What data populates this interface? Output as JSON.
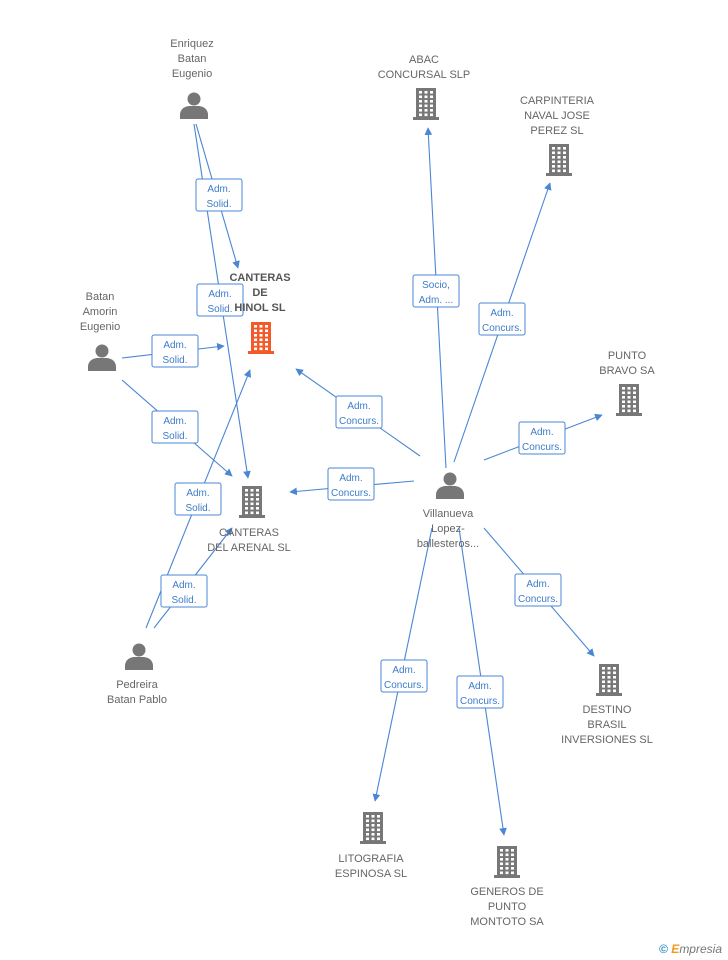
{
  "colors": {
    "edge": "#4a86d4",
    "node": "#777777",
    "main_node": "#f25a2a"
  },
  "nodes": [
    {
      "id": "enriquez",
      "kind": "person",
      "lines": [
        "Enriquez",
        "Batan",
        "Eugenio"
      ]
    },
    {
      "id": "abac",
      "kind": "company",
      "lines": [
        "ABAC",
        "CONCURSAL SLP"
      ]
    },
    {
      "id": "carpinteria",
      "kind": "company",
      "lines": [
        "CARPINTERIA",
        "NAVAL JOSE",
        "PEREZ SL"
      ]
    },
    {
      "id": "canteras_main",
      "kind": "company",
      "main": true,
      "lines": [
        "CANTERAS",
        "DE",
        "HINOL SL"
      ]
    },
    {
      "id": "batan_amorin",
      "kind": "person",
      "lines": [
        "Batan",
        "Amorin",
        "Eugenio"
      ]
    },
    {
      "id": "punto_bravo",
      "kind": "company",
      "lines": [
        "PUNTO",
        "BRAVO SA"
      ]
    },
    {
      "id": "canteras_arenal",
      "kind": "company",
      "lines": [
        "CANTERAS",
        "DEL ARENAL SL"
      ]
    },
    {
      "id": "villanueva",
      "kind": "person",
      "lines": [
        "Villanueva",
        "Lopez-",
        "ballesteros..."
      ]
    },
    {
      "id": "pedreira",
      "kind": "person",
      "lines": [
        "Pedreira",
        "Batan Pablo"
      ]
    },
    {
      "id": "destino",
      "kind": "company",
      "lines": [
        "DESTINO",
        "BRASIL",
        "INVERSIONES SL"
      ]
    },
    {
      "id": "litografia",
      "kind": "company",
      "lines": [
        "LITOGRAFIA",
        "ESPINOSA SL"
      ]
    },
    {
      "id": "generos",
      "kind": "company",
      "lines": [
        "GENEROS DE",
        "PUNTO",
        "MONTOTO SA"
      ]
    }
  ],
  "edges": [
    {
      "id": "e1",
      "from": "enriquez",
      "to": "canteras_main",
      "label": [
        "Adm.",
        "Solid."
      ]
    },
    {
      "id": "e2",
      "from": "enriquez",
      "to": "canteras_arenal",
      "label": [
        "Adm.",
        "Solid."
      ]
    },
    {
      "id": "e3",
      "from": "batan_amorin",
      "to": "canteras_main",
      "label": [
        "Adm.",
        "Solid."
      ]
    },
    {
      "id": "e4",
      "from": "batan_amorin",
      "to": "canteras_arenal",
      "label": [
        "Adm.",
        "Solid."
      ]
    },
    {
      "id": "e5",
      "from": "pedreira",
      "to": "canteras_main",
      "label": [
        "Adm.",
        "Solid."
      ]
    },
    {
      "id": "e6",
      "from": "pedreira",
      "to": "canteras_arenal",
      "label": [
        "Adm.",
        "Solid."
      ]
    },
    {
      "id": "e7",
      "from": "villanueva",
      "to": "abac",
      "label": [
        "Socio,",
        "Adm. ..."
      ]
    },
    {
      "id": "e8",
      "from": "villanueva",
      "to": "carpinteria",
      "label": [
        "Adm.",
        "Concurs."
      ]
    },
    {
      "id": "e9",
      "from": "villanueva",
      "to": "punto_bravo",
      "label": [
        "Adm.",
        "Concurs."
      ]
    },
    {
      "id": "e10",
      "from": "villanueva",
      "to": "canteras_main",
      "label": [
        "Adm.",
        "Concurs."
      ]
    },
    {
      "id": "e11",
      "from": "villanueva",
      "to": "canteras_arenal",
      "label": [
        "Adm.",
        "Concurs."
      ]
    },
    {
      "id": "e12",
      "from": "villanueva",
      "to": "destino",
      "label": [
        "Adm.",
        "Concurs."
      ]
    },
    {
      "id": "e13",
      "from": "villanueva",
      "to": "litografia",
      "label": [
        "Adm.",
        "Concurs."
      ]
    },
    {
      "id": "e14",
      "from": "villanueva",
      "to": "generos",
      "label": [
        "Adm.",
        "Concurs."
      ]
    }
  ],
  "footer": {
    "copyright_symbol": "©",
    "brand_initial": "E",
    "brand_rest": "mpresia"
  }
}
